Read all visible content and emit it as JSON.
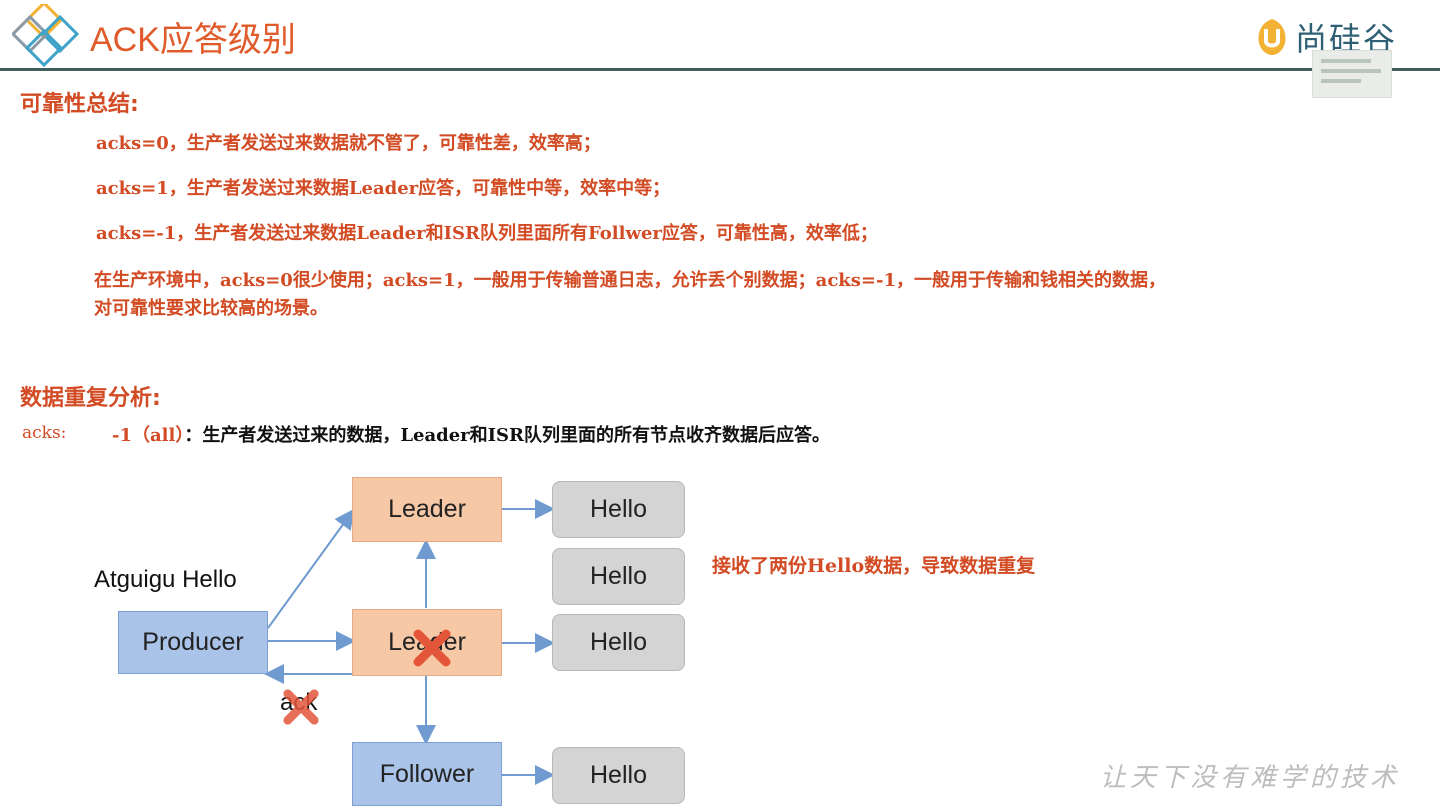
{
  "header": {
    "title": "ACK应答级别",
    "brand": "尚硅谷"
  },
  "summary": {
    "heading": "可靠性总结:",
    "lines": [
      "acks=0，生产者发送过来数据就不管了，可靠性差，效率高；",
      "acks=1，生产者发送过来数据Leader应答，可靠性中等，效率中等；",
      "acks=-1，生产者发送过来数据Leader和ISR队列里面所有Follwer应答，可靠性高，效率低；",
      "在生产环境中，acks=0很少使用；acks=1，一般用于传输普通日志，允许丢个别数据；acks=-1，一般用于传输和钱相关的数据，",
      "对可靠性要求比较高的场景。"
    ]
  },
  "duplicate": {
    "heading": "数据重复分析:",
    "acks_label": "acks:",
    "acks_value": "-1（all）",
    "acks_desc": "：生产者发送过来的数据，Leader和ISR队列里面的所有节点收齐数据后应答。"
  },
  "diagram": {
    "producer_label": "Producer",
    "message_label": "Atguigu Hello",
    "leader_top": "Leader",
    "leader_mid": "Leader",
    "follower": "Follower",
    "hello_1": "Hello",
    "hello_2": "Hello",
    "hello_3": "Hello",
    "hello_4": "Hello",
    "ack_label": "ack",
    "note": "接收了两份Hello数据，导致数据重复"
  },
  "watermark": "让天下没有难学的技术",
  "colors": {
    "accent": "#d24b24",
    "leader_fill": "#f7c8a6",
    "producer_fill": "#a9c3e9",
    "hello_fill": "#d4d4d4",
    "arrow": "#6f9bd1",
    "header_rule": "#3f5f5f"
  }
}
